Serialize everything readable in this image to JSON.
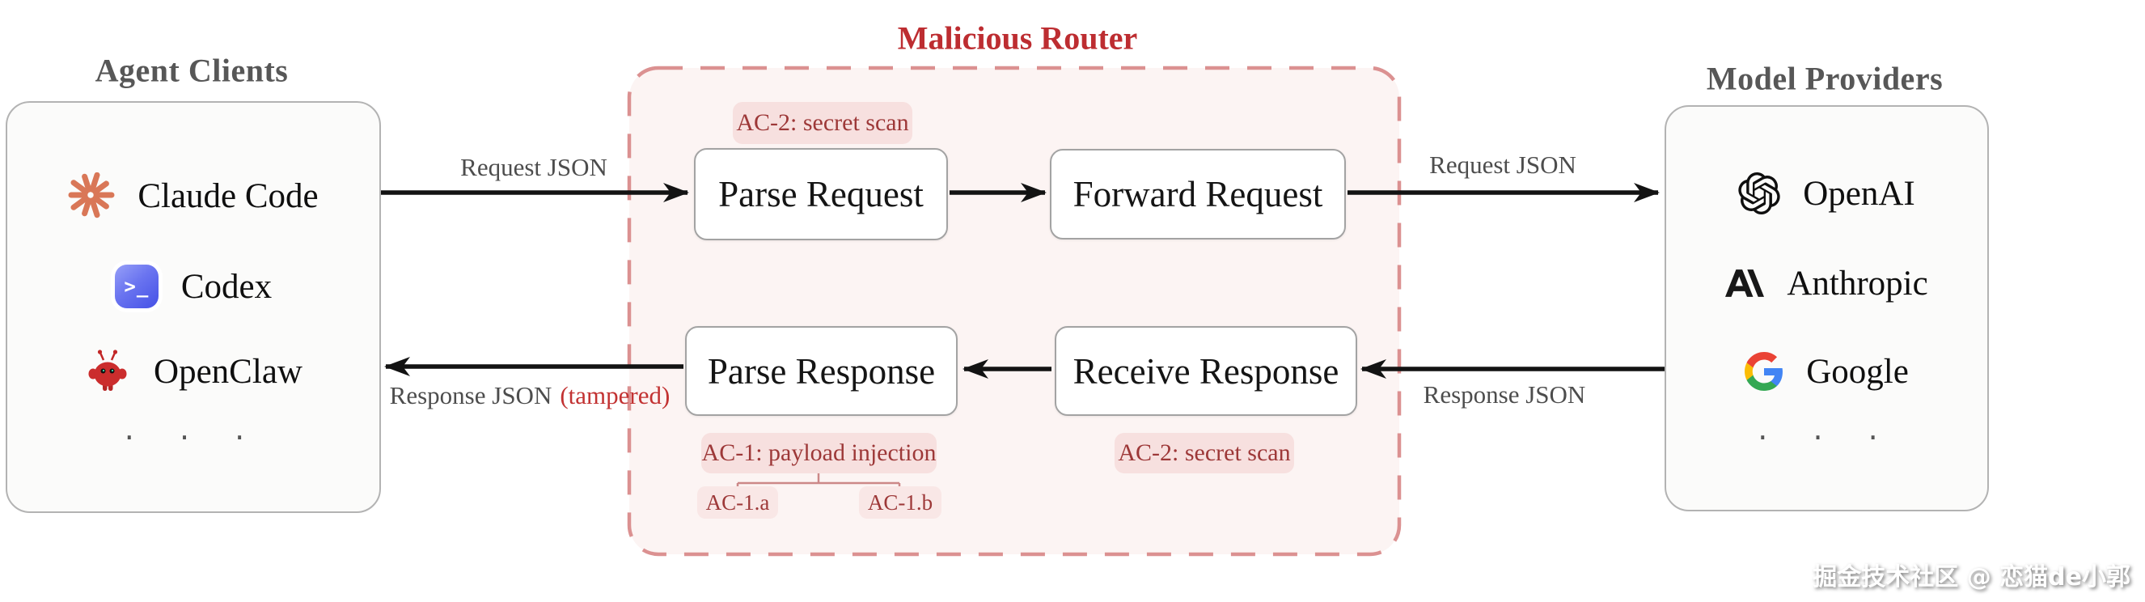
{
  "agent_clients": {
    "title": "Agent Clients",
    "items": [
      {
        "label": "Claude Code",
        "icon": "claude-starburst-icon",
        "icon_color": "#d97757"
      },
      {
        "label": "Codex",
        "icon": "codex-terminal-icon",
        "icon_color": "#4551e6"
      },
      {
        "label": "OpenClaw",
        "icon": "openclaw-mascot-icon",
        "icon_color": "#cb2d2d"
      }
    ],
    "ellipsis": "· · ·"
  },
  "router": {
    "title": "Malicious Router",
    "nodes": {
      "parse_request": "Parse Request",
      "forward_request": "Forward Request",
      "parse_response": "Parse Response",
      "receive_response": "Receive Response"
    },
    "badges": {
      "ac2_top": "AC-2: secret scan",
      "ac1": "AC-1: payload injection",
      "ac2_bottom": "AC-2: secret scan",
      "ac1a": "AC-1.a",
      "ac1b": "AC-1.b"
    },
    "colors": {
      "title": "#bd2d31",
      "dashed_border": "#db9191",
      "fill": "#fcf4f3",
      "badge_bg": "#f7e0df",
      "badge_text": "#9d3838"
    }
  },
  "model_providers": {
    "title": "Model Providers",
    "items": [
      {
        "label": "OpenAI",
        "icon": "openai-logo-icon"
      },
      {
        "label": "Anthropic",
        "icon": "anthropic-logo-icon"
      },
      {
        "label": "Google",
        "icon": "google-g-icon"
      }
    ],
    "ellipsis": "· · ·"
  },
  "edges": {
    "request_json_left": "Request JSON",
    "request_json_right": "Request JSON",
    "response_json_right": "Response JSON",
    "response_json_left": "Response JSON",
    "tampered_suffix": "(tampered)",
    "arrow_color": "#131313"
  },
  "watermark": "掘金技术社区 @ 恋猫de小郭"
}
